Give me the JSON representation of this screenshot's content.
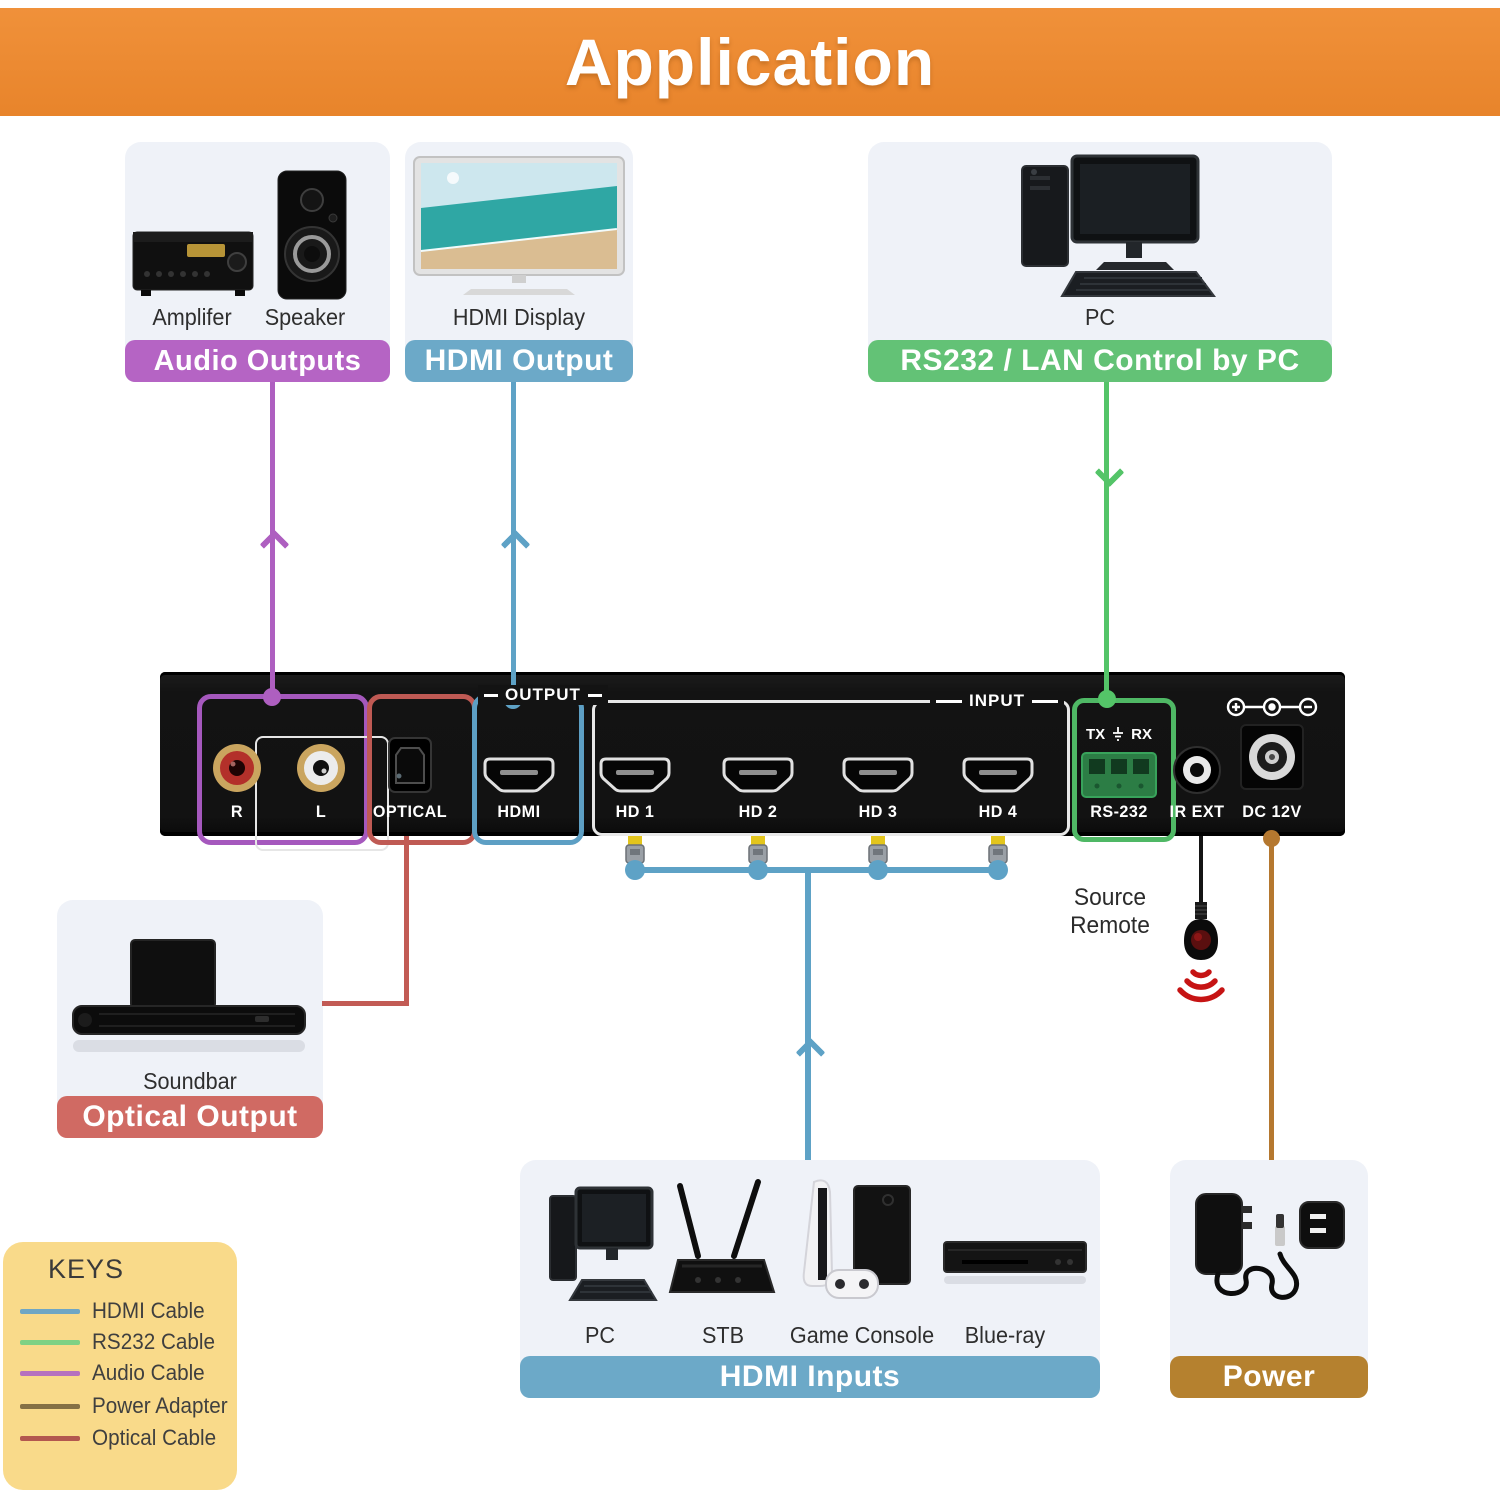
{
  "header": {
    "title": "Application"
  },
  "boxes": {
    "audio_outputs": {
      "label": "Audio Outputs",
      "captions": [
        "Amplifer",
        "Speaker"
      ],
      "bar_color": "#b564c4"
    },
    "hdmi_output": {
      "label": "HDMI Output",
      "captions": [
        "HDMI Display"
      ],
      "bar_color": "#6ca9c8"
    },
    "rs232_control": {
      "label": "RS232 / LAN Control by PC",
      "captions": [
        "PC"
      ],
      "bar_color": "#63c276"
    },
    "optical_output": {
      "label": "Optical Output",
      "captions": [
        "Soundbar"
      ],
      "bar_color": "#d06a63"
    },
    "hdmi_inputs": {
      "label": "HDMI Inputs",
      "captions": [
        "PC",
        "STB",
        "Game Console",
        "Blue-ray"
      ],
      "bar_color": "#6ca9c8"
    },
    "power": {
      "label": "Power",
      "captions": [],
      "bar_color": "#b5812f"
    }
  },
  "device": {
    "section_labels": {
      "output": "OUTPUT",
      "input": "INPUT"
    },
    "ports": {
      "audio_r": "R",
      "audio_l": "L",
      "optical": "OPTICAL",
      "hdmi_out": "HDMI",
      "hd1": "HD 1",
      "hd2": "HD 2",
      "hd3": "HD 3",
      "hd4": "HD 4",
      "rs232": "RS-232",
      "tx": "TX",
      "rx": "RX",
      "ir_ext": "IR EXT",
      "dc": "DC 12V"
    }
  },
  "annotations": {
    "source_remote": "Source Remote"
  },
  "keys": {
    "title": "KEYS",
    "entries": [
      {
        "label": "HDMI Cable",
        "color": "#6fa6c4"
      },
      {
        "label": "RS232 Cable",
        "color": "#7ed184"
      },
      {
        "label": "Audio Cable",
        "color": "#b671bf"
      },
      {
        "label": "Power Adapter",
        "color": "#857044"
      },
      {
        "label": "Optical Cable",
        "color": "#b3574f"
      }
    ]
  },
  "colors": {
    "header_orange": "#ed8a2e",
    "box_background": "#eff2f8",
    "keys_background": "#f9da8a",
    "audio_line": "#ae5fc0",
    "hdmi_line": "#5ea2c6",
    "rs232_line": "#54c468",
    "optical_line": "#c25b55",
    "power_line": "#b5782f",
    "ir_wave_red": "#c61414",
    "device_black": "#131313"
  }
}
